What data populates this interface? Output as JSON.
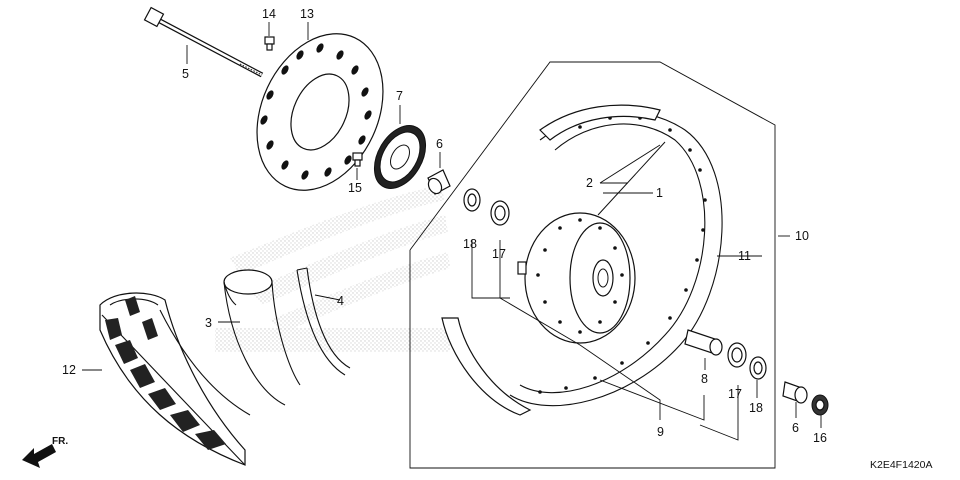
{
  "diagram": {
    "code": "K2E4F1420A",
    "front_marker": "FR.",
    "callouts": {
      "c1": "1",
      "c2": "2",
      "c3": "3",
      "c4": "4",
      "c5": "5",
      "c6a": "6",
      "c6b": "6",
      "c7": "7",
      "c8": "8",
      "c9": "9",
      "c10": "10",
      "c11": "11",
      "c12": "12",
      "c13": "13",
      "c14": "14",
      "c15": "15",
      "c16": "16",
      "c17a": "17",
      "c17b": "17",
      "c18a": "18",
      "c18b": "18"
    }
  }
}
